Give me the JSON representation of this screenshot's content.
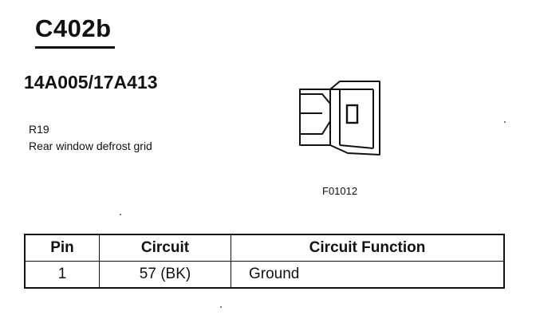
{
  "connector": {
    "id": "C402b",
    "part_number": "14A005/17A413",
    "component_ref": "R19",
    "component_description": "Rear window defrost grid",
    "figure_code": "F01012"
  },
  "table": {
    "headers": [
      "Pin",
      "Circuit",
      "Circuit Function"
    ],
    "rows": [
      {
        "pin": "1",
        "circuit": "57 (BK)",
        "function": "Ground"
      }
    ]
  }
}
